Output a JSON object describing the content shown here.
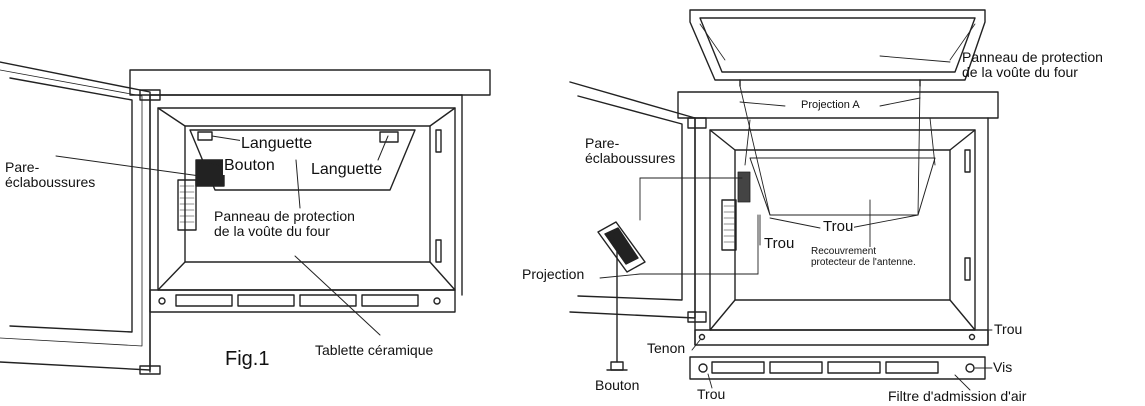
{
  "figure1": {
    "labels": {
      "languette_top": "Languette",
      "languette_right": "Languette",
      "bouton": "Bouton",
      "pare_eclaboussures": "Pare-\néclaboussures",
      "panneau": "Panneau de protection\nde la voûte du four",
      "tablette": "Tablette céramique"
    },
    "caption": "Fig.1"
  },
  "figure2": {
    "labels": {
      "panneau": "Panneau de protection\nde la voûte du four",
      "projection_a": "Projection A",
      "pare_eclaboussures": "Pare-\néclaboussures",
      "trou_center": "Trou",
      "trou_left": "Trou",
      "recouvrement": "Recouvrement\nprotecteur de l'antenne.",
      "projection": "Projection",
      "trou_right": "Trou",
      "tenon": "Tenon",
      "vis": "Vis",
      "bouton": "Bouton",
      "trou_bottom": "Trou",
      "filtre": "Filtre d'admission d'air"
    }
  }
}
